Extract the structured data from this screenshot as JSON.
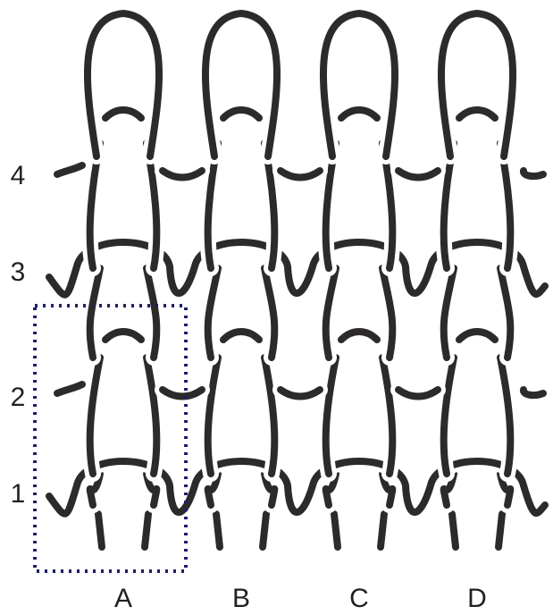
{
  "diagram": {
    "row_labels": [
      "4",
      "3",
      "2",
      "1"
    ],
    "column_labels": [
      "A",
      "B",
      "C",
      "D"
    ],
    "highlight": {
      "column": "A",
      "rows": [
        "1",
        "2"
      ],
      "style": "dotted"
    },
    "colors": {
      "yarn": "#2d2a2a",
      "highlight_border": "#1e1e6e",
      "background": "#ffffff"
    }
  }
}
